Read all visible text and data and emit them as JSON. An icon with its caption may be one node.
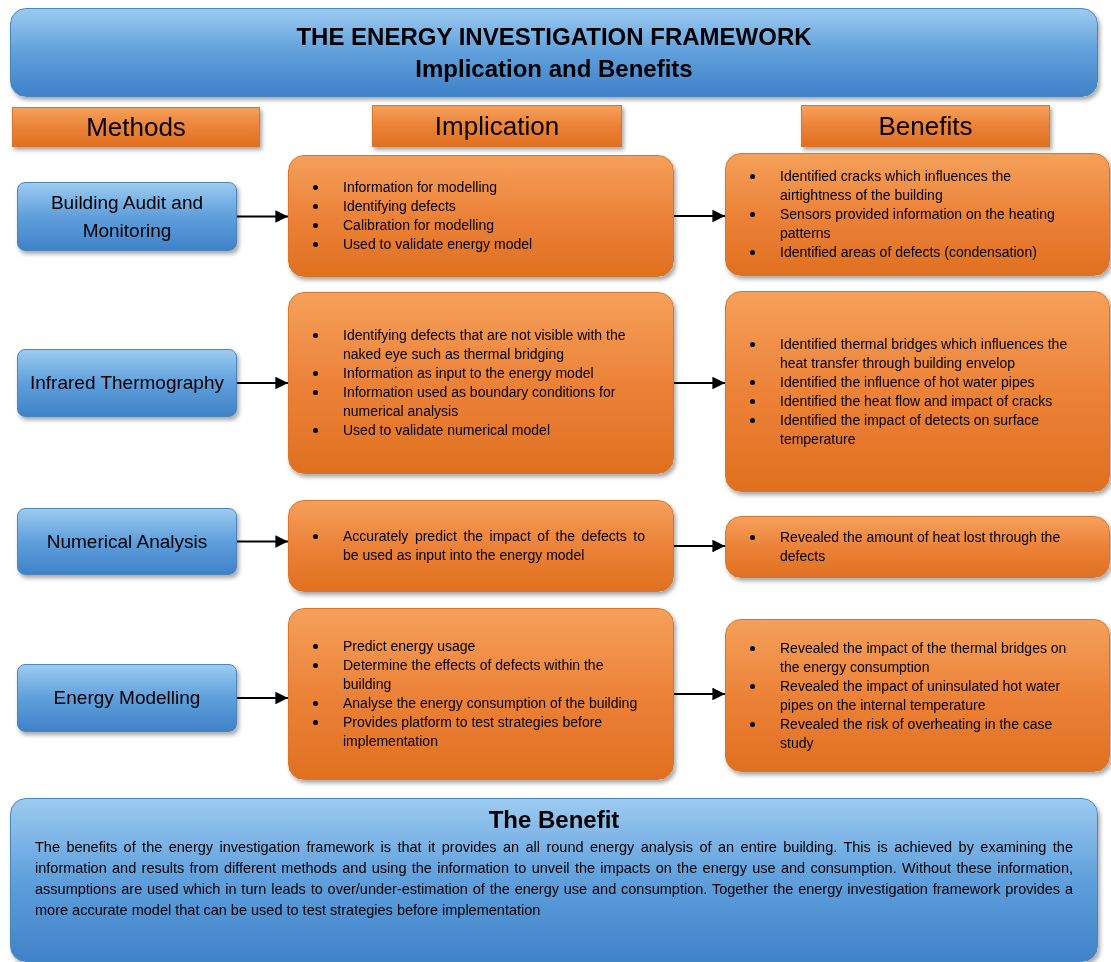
{
  "diagram": {
    "nodes": [
      {
        "text": [
          "THE ENERGY INVESTIGATION FRAMEWORK",
          "Implication and Benefits"
        ]
      },
      {
        "text": [
          "Methods"
        ]
      },
      {
        "text": [
          "Implication"
        ]
      },
      {
        "text": [
          "Benefits"
        ]
      },
      {
        "text": [
          "Building Audit and Monitoring"
        ]
      },
      {
        "text": [
          "Information for modelling",
          "Identifying defects",
          "Calibration for modelling",
          "Used to validate energy model"
        ]
      },
      {
        "text": [
          "Identified cracks which influences the airtightness of the building",
          "Sensors provided information on the heating patterns",
          "Identified areas of defects (condensation)"
        ]
      },
      {
        "text": [
          "Infrared Thermography"
        ]
      },
      {
        "text": [
          "Identifying defects that are not visible with the naked eye such as thermal bridging",
          "Information as input to the energy model",
          "Information used as boundary conditions for numerical analysis",
          "Used to validate numerical model"
        ]
      },
      {
        "text": [
          "Identified thermal bridges which influences the heat transfer through building envelop",
          "Identified the influence of hot water pipes",
          "Identified the heat flow and impact of cracks",
          "Identified the impact of detects on surface temperature"
        ]
      },
      {
        "text": [
          "Numerical Analysis"
        ]
      },
      {
        "text": [
          "Accurately predict the impact of the defects to be used as input into the energy model"
        ]
      },
      {
        "text": [
          "Revealed the amount of heat lost through the defects"
        ]
      },
      {
        "text": [
          "Energy Modelling"
        ]
      },
      {
        "text": [
          "Predict energy usage",
          "Determine the effects of defects within the building",
          "Analyse the energy consumption of the building",
          "Provides platform to test strategies before implementation"
        ]
      },
      {
        "text": [
          "Revealed the impact of the thermal bridges on the energy consumption",
          "Revealed the impact of uninsulated hot water pipes on the internal temperature",
          "Revealed the risk of overheating in the case study"
        ]
      },
      {
        "text": [
          "The Benefit",
          "The benefits of the energy investigation framework is that it provides an all round energy analysis of an entire building. This is achieved by examining the information and results from different methods and using the information to unveil the impacts on the energy use and consumption. Without these information, assumptions are used which in turn leads to over/under-estimation of the energy use and consumption. Together the energy investigation framework provides a more accurate model that can be used to test strategies before implementation"
        ]
      }
    ],
    "edges": [
      {
        "from": 4,
        "to": 5,
        "arrow": "to"
      },
      {
        "from": 5,
        "to": 6,
        "arrow": "to"
      },
      {
        "from": 7,
        "to": 8,
        "arrow": "to"
      },
      {
        "from": 8,
        "to": 9,
        "arrow": "to"
      },
      {
        "from": 10,
        "to": 11,
        "arrow": "to"
      },
      {
        "from": 11,
        "to": 12,
        "arrow": "to"
      },
      {
        "from": 13,
        "to": 14,
        "arrow": "to"
      },
      {
        "from": 14,
        "to": 15,
        "arrow": "to"
      }
    ]
  }
}
